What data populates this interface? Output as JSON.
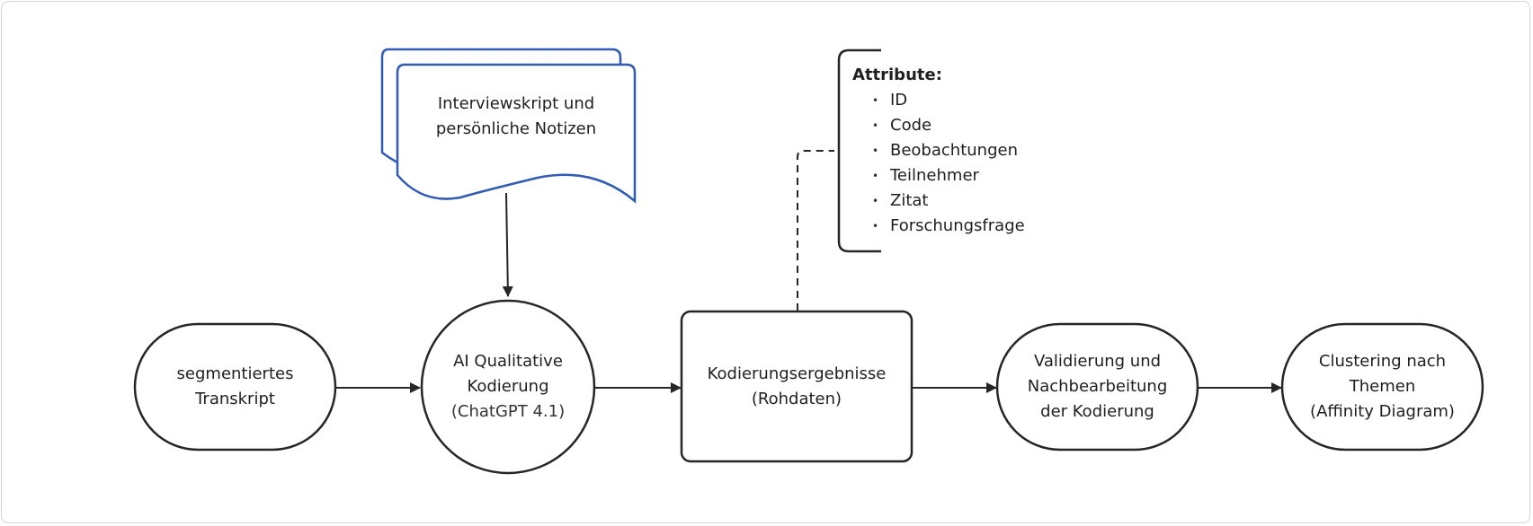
{
  "nodes": {
    "transcript": {
      "line1": "segmentiertes",
      "line2": "Transkript"
    },
    "ai_coding": {
      "line1": "AI Qualitative",
      "line2": "Kodierung",
      "line3": "(ChatGPT 4.1)"
    },
    "results": {
      "line1": "Kodierungsergebnisse",
      "line2": "(Rohdaten)"
    },
    "validation": {
      "line1": "Validierung und",
      "line2": "Nachbearbeitung",
      "line3": "der Kodierung"
    },
    "clustering": {
      "line1": "Clustering nach",
      "line2": "Themen",
      "line3": "(Affinity Diagram)"
    },
    "documents": {
      "line1": "Interviewskript und",
      "line2": "persönliche Notizen"
    }
  },
  "annotation": {
    "title": "Attribute:",
    "items": [
      "ID",
      "Code",
      "Beobachtungen",
      "Teilnehmer",
      "Zitat",
      "Forschungsfrage"
    ]
  },
  "colors": {
    "stroke": "#262626",
    "document_stroke": "#2f5bb5",
    "background": "#ffffff"
  }
}
